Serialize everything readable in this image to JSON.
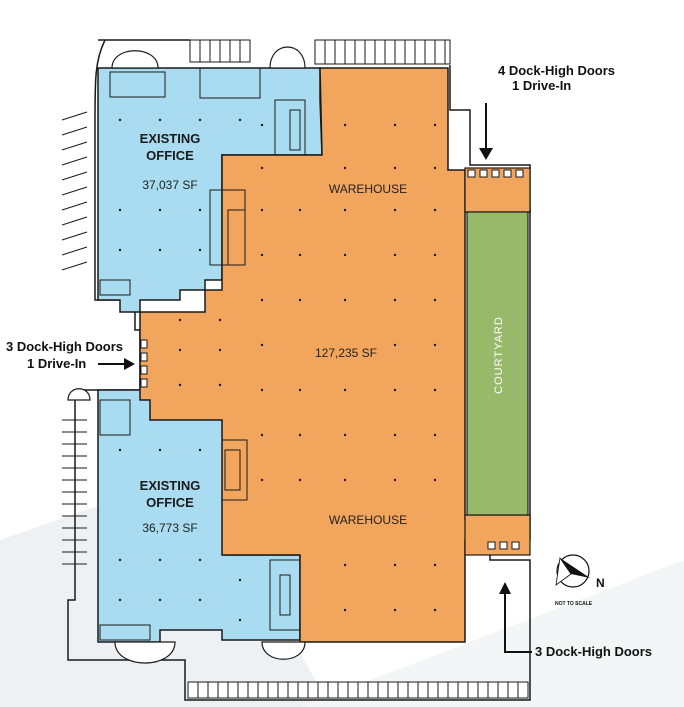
{
  "plan": {
    "office_north": {
      "title_line1": "EXISTING",
      "title_line2": "OFFICE",
      "area": "37,037 SF"
    },
    "office_south": {
      "title_line1": "EXISTING",
      "title_line2": "OFFICE",
      "area": "36,773 SF"
    },
    "warehouse": {
      "label_north": "WAREHOUSE",
      "label_south": "WAREHOUSE",
      "area": "127,235 SF"
    },
    "courtyard": {
      "label": "COURTYARD"
    },
    "callouts": {
      "northeast": {
        "line1": "4 Dock-High Doors",
        "line2": "1 Drive-In"
      },
      "west": {
        "line1": "3 Dock-High Doors",
        "line2": "1 Drive-In"
      },
      "southeast": {
        "line1": "3 Dock-High Doors"
      }
    },
    "compass": {
      "letter": "N",
      "note": "NOT TO SCALE",
      "icon": "north-arrow-icon"
    },
    "colors": {
      "office": "#a9dcf0",
      "warehouse": "#f2a55c",
      "courtyard": "#99b96a",
      "outline": "#1a1a1a",
      "background_shape": "#eef1f4"
    }
  }
}
